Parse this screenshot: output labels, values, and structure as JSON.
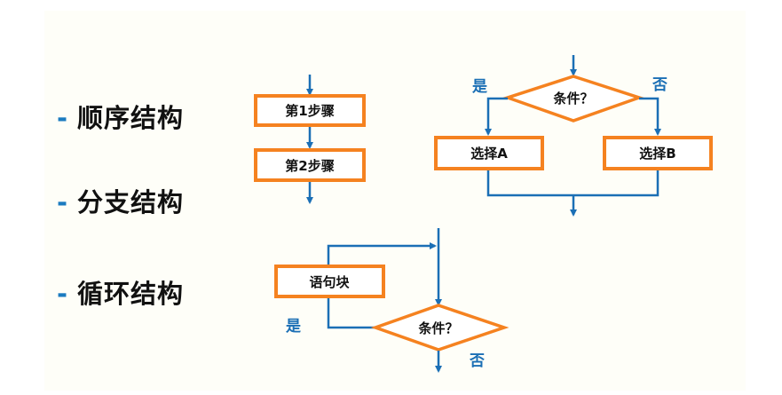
{
  "colors": {
    "accent_orange": "#F58220",
    "line_blue": "#1B6FB5",
    "bullet_blue": "#1B7BC0",
    "text": "#111111",
    "panel_bg": "#FEFEF8"
  },
  "headings": [
    {
      "bullet": "-",
      "label": "顺序结构"
    },
    {
      "bullet": "-",
      "label": "分支结构"
    },
    {
      "bullet": "-",
      "label": "循环结构"
    }
  ],
  "sequence": {
    "steps": [
      "第1步骤",
      "第2步骤"
    ]
  },
  "branch": {
    "condition": "条件？",
    "yes": "是",
    "no": "否",
    "option_a": "选择A",
    "option_b": "选择B"
  },
  "loop": {
    "block": "语句块",
    "condition": "条件？",
    "yes": "是",
    "no": "否"
  }
}
